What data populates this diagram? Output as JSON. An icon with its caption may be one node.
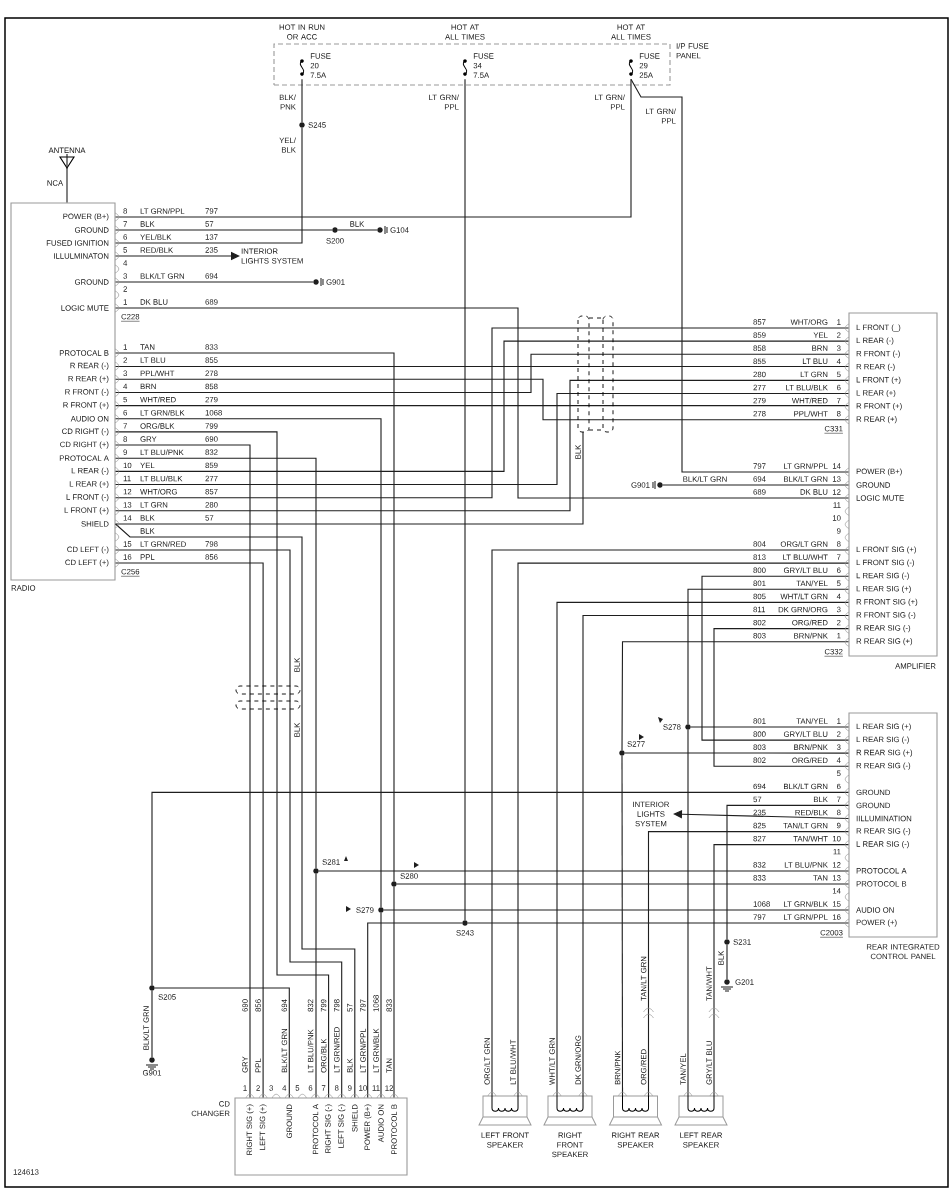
{
  "diagram": {
    "nodes": [
      {
        "text": [
          "I/P FUSE PANEL"
        ]
      },
      {
        "text": [
          "FUSE 20 7.5A"
        ],
        "beside": [
          "HOT IN RUN OR ACC"
        ],
        "in": 0
      },
      {
        "text": [
          "FUSE 34 7.5A"
        ],
        "beside": [
          "HOT AT ALL TIMES"
        ],
        "in": 0
      },
      {
        "text": [
          "FUSE 29 25A"
        ],
        "beside": [
          "HOT AT ALL TIMES"
        ],
        "in": 0
      },
      {
        "text": [
          "ANTENNA"
        ]
      },
      {
        "beside": [
          "C228",
          "C256"
        ],
        "text": [
          "POWER (B+)",
          "GROUND",
          "FUSED IGNITION",
          "ILLULMINATON",
          "GROUND",
          "LOGIC MUTE",
          "PROTOCAL B",
          "R REAR (-)",
          "R REAR (+)",
          "R FRONT (-)",
          "R FRONT (+)",
          "AUDIO ON",
          "CD RIGHT (-)",
          "CD RIGHT (+)",
          "PROTOCAL A",
          "L REAR (-)",
          "L REAR (+)",
          "L FRONT (-)",
          "L FRONT (+)",
          "SHIELD",
          "CD LEFT (-)",
          "CD LEFT (+)",
          "RADIO"
        ]
      },
      {
        "text": [],
        "shape": "circle",
        "beside": [
          "S245"
        ]
      },
      {
        "text": [],
        "shape": "circle",
        "beside": [
          "S200"
        ]
      },
      {
        "text": [],
        "shape": "circle",
        "beside": [
          "G104"
        ]
      },
      {
        "text": [
          "INTERIOR LIGHTS SYSTEM"
        ]
      },
      {
        "text": [],
        "shape": "circle",
        "beside": [
          "G901"
        ]
      },
      {
        "beside": [
          "C331",
          "C332"
        ],
        "text": [
          "L FRONT (_)",
          "L REAR (-)",
          "R FRONT (-)",
          "R REAR (-)",
          "L FRONT (+)",
          "L REAR (+)",
          "R FRONT (+)",
          "R REAR (+)",
          "POWER (B+)",
          "GROUND",
          "LOGIC MUTE",
          "L FRONT SIG (+)",
          "L FRONT SIG (-)",
          "L REAR SIG (-)",
          "L REAR SIG (+)",
          "R FRONT SIG (+)",
          "R FRONT SIG (-)",
          "R REAR SIG (-)",
          "R REAR SIG (+)",
          "AMPLIFIER"
        ]
      },
      {
        "text": [],
        "shape": "circle",
        "beside": [
          "G901"
        ]
      },
      {
        "text": [],
        "shape": "circle",
        "beside": [
          "S278"
        ]
      },
      {
        "text": [],
        "shape": "circle",
        "beside": [
          "S277"
        ]
      },
      {
        "beside": [
          "C2003"
        ],
        "text": [
          "L REAR SIG (+)",
          "L REAR SIG (-)",
          "R REAR SIG (+)",
          "R REAR SIG (-)",
          "GROUND",
          "GROUND",
          "IILLUMINATION",
          "R REAR SIG (-)",
          "L REAR SIG (-)",
          "PROTOCOL A",
          "PROTOCOL B",
          "AUDIO ON",
          "POWER (+)",
          "REAR INTEGRATED CONTROL PANEL"
        ]
      },
      {
        "text": [
          "INTERIOR LIGHTS SYSTEM"
        ]
      },
      {
        "text": [],
        "shape": "circle",
        "beside": [
          "S281"
        ]
      },
      {
        "text": [],
        "shape": "circle",
        "beside": [
          "S280"
        ]
      },
      {
        "text": [],
        "shape": "circle",
        "beside": [
          "S279"
        ]
      },
      {
        "text": [],
        "shape": "circle",
        "beside": [
          "S243"
        ]
      },
      {
        "text": [],
        "shape": "circle",
        "beside": [
          "S231"
        ]
      },
      {
        "text": [],
        "shape": "circle",
        "beside": [
          "G201"
        ]
      },
      {
        "text": [],
        "shape": "circle",
        "beside": [
          "S205"
        ]
      },
      {
        "text": [],
        "shape": "circle",
        "beside": [
          "G901"
        ]
      },
      {
        "text": [
          "CD CHANGER",
          "RIGHT SIG (+)",
          "LEFT SIG (+)",
          "GROUND",
          "PROTOCOL A",
          "RIGHT SIG (-)",
          "LEFT SIG (-)",
          "SHIELD",
          "POWER (B+)",
          "AUDIO ON",
          "PROTOCOL B"
        ]
      },
      {
        "text": [
          "LEFT FRONT SPEAKER"
        ]
      },
      {
        "text": [
          "RIGHT FRONT SPEAKER"
        ]
      },
      {
        "text": [
          "RIGHT REAR SPEAKER"
        ]
      },
      {
        "text": [
          "LEFT REAR SPEAKER"
        ]
      }
    ],
    "edges": [
      {
        "from": 4,
        "to": 5,
        "arrow": "none",
        "label": "NCA"
      },
      {
        "from": 1,
        "to": 6,
        "arrow": "none"
      },
      {
        "from": 6,
        "to": 5,
        "arrow": "none"
      },
      {
        "from": 5,
        "to": 3,
        "arrow": "none"
      },
      {
        "from": 5,
        "to": 7,
        "arrow": "none"
      },
      {
        "from": 7,
        "to": 8,
        "arrow": "none"
      },
      {
        "from": 5,
        "to": 9,
        "arrow": "to"
      },
      {
        "from": 5,
        "to": 10,
        "arrow": "none"
      },
      {
        "from": 5,
        "to": 11,
        "arrow": "none"
      },
      {
        "from": 3,
        "to": 11,
        "arrow": "none"
      },
      {
        "from": 5,
        "to": 18,
        "arrow": "none"
      },
      {
        "from": 18,
        "to": 25,
        "arrow": "none"
      },
      {
        "from": 18,
        "to": 15,
        "arrow": "none"
      },
      {
        "from": 5,
        "to": 11,
        "arrow": "none"
      },
      {
        "from": 5,
        "to": 11,
        "arrow": "none"
      },
      {
        "from": 5,
        "to": 11,
        "arrow": "none"
      },
      {
        "from": 5,
        "to": 11,
        "arrow": "none"
      },
      {
        "from": 5,
        "to": 19,
        "arrow": "none"
      },
      {
        "from": 19,
        "to": 25,
        "arrow": "none"
      },
      {
        "from": 19,
        "to": 15,
        "arrow": "none"
      },
      {
        "from": 5,
        "to": 25,
        "arrow": "none"
      },
      {
        "from": 5,
        "to": 25,
        "arrow": "none"
      },
      {
        "from": 5,
        "to": 17,
        "arrow": "none"
      },
      {
        "from": 17,
        "to": 25,
        "arrow": "none"
      },
      {
        "from": 17,
        "to": 15,
        "arrow": "none"
      },
      {
        "from": 5,
        "to": 11,
        "arrow": "none"
      },
      {
        "from": 5,
        "to": 11,
        "arrow": "none"
      },
      {
        "from": 5,
        "to": 11,
        "arrow": "none"
      },
      {
        "from": 5,
        "to": 11,
        "arrow": "none"
      },
      {
        "from": 5,
        "to": null,
        "arrow": "none"
      },
      {
        "from": 5,
        "to": 25,
        "arrow": "none"
      },
      {
        "from": 5,
        "to": 25,
        "arrow": "none"
      },
      {
        "from": 5,
        "to": 25,
        "arrow": "none"
      },
      {
        "from": 11,
        "to": 12,
        "arrow": "none"
      },
      {
        "from": 11,
        "to": 26,
        "arrow": "none"
      },
      {
        "from": 11,
        "to": 26,
        "arrow": "none"
      },
      {
        "from": 11,
        "to": 15,
        "arrow": "none"
      },
      {
        "from": 11,
        "to": 13,
        "arrow": "none"
      },
      {
        "from": 13,
        "to": 15,
        "arrow": "none"
      },
      {
        "from": 13,
        "to": 29,
        "arrow": "none"
      },
      {
        "from": 11,
        "to": 27,
        "arrow": "none"
      },
      {
        "from": 11,
        "to": 27,
        "arrow": "none"
      },
      {
        "from": 11,
        "to": 15,
        "arrow": "none"
      },
      {
        "from": 11,
        "to": 14,
        "arrow": "none"
      },
      {
        "from": 14,
        "to": 15,
        "arrow": "none"
      },
      {
        "from": 14,
        "to": 28,
        "arrow": "none"
      },
      {
        "from": 15,
        "to": 16,
        "arrow": "to"
      },
      {
        "from": 15,
        "to": 21,
        "arrow": "none"
      },
      {
        "from": 21,
        "to": 22,
        "arrow": "none"
      },
      {
        "from": 15,
        "to": 28,
        "arrow": "none"
      },
      {
        "from": 15,
        "to": 29,
        "arrow": "none"
      },
      {
        "from": 15,
        "to": 23,
        "arrow": "none"
      },
      {
        "from": 23,
        "to": 24,
        "arrow": "none"
      },
      {
        "from": 25,
        "to": 23,
        "arrow": "none"
      },
      {
        "from": 2,
        "to": 20,
        "arrow": "none"
      },
      {
        "from": 25,
        "to": 20,
        "arrow": "none"
      },
      {
        "from": 20,
        "to": 15,
        "arrow": "none"
      }
    ],
    "labels": [
      "BLK/ PNK",
      "YEL/ BLK",
      "LT GRN/ PPL",
      "LT GRN/ PPL",
      "LT GRN/ PPL",
      "BLK",
      "8",
      "LT GRN/PPL",
      "797",
      "7",
      "BLK",
      "57",
      "6",
      "YEL/BLK",
      "137",
      "5",
      "RED/BLK",
      "235",
      "4",
      "3",
      "BLK/LT GRN",
      "694",
      "2",
      "1",
      "DK BLU",
      "689",
      "1",
      "TAN",
      "833",
      "2",
      "LT BLU",
      "855",
      "3",
      "PPL/WHT",
      "278",
      "4",
      "BRN",
      "858",
      "5",
      "WHT/RED",
      "279",
      "6",
      "LT GRN/BLK",
      "1068",
      "7",
      "ORG/BLK",
      "799",
      "8",
      "GRY",
      "690",
      "9",
      "LT BLU/PNK",
      "832",
      "10",
      "YEL",
      "859",
      "11",
      "LT BLU/BLK",
      "277",
      "12",
      "WHT/ORG",
      "857",
      "13",
      "LT GRN",
      "280",
      "14",
      "BLK",
      "57",
      "BLK",
      "15",
      "LT GRN/RED",
      "798",
      "16",
      "PPL",
      "856",
      "857",
      "WHT/ORG",
      "1",
      "859",
      "YEL",
      "2",
      "858",
      "BRN",
      "3",
      "855",
      "LT BLU",
      "4",
      "280",
      "LT GRN",
      "5",
      "277",
      "LT BLU/BLK",
      "6",
      "279",
      "WHT/RED",
      "7",
      "278",
      "PPL/WHT",
      "8",
      "797",
      "LT GRN/PPL",
      "14",
      "694",
      "BLK/LT GRN",
      "13",
      "689",
      "DK BLU",
      "12",
      "11",
      "10",
      "9",
      "804",
      "ORG/LT GRN",
      "8",
      "813",
      "LT BLU/WHT",
      "7",
      "800",
      "GRY/LT BLU",
      "6",
      "801",
      "TAN/YEL",
      "5",
      "805",
      "WHT/LT GRN",
      "4",
      "811",
      "DK GRN/ORG",
      "3",
      "802",
      "ORG/RED",
      "2",
      "803",
      "BRN/PNK",
      "1",
      "BLK/LT GRN",
      "BLK",
      "BLK",
      "BLK",
      "801",
      "TAN/YEL",
      "1",
      "800",
      "GRY/LT BLU",
      "2",
      "803",
      "BRN/PNK",
      "3",
      "802",
      "ORG/RED",
      "4",
      "5",
      "694",
      "BLK/LT GRN",
      "6",
      "57",
      "BLK",
      "7",
      "235",
      "RED/BLK",
      "8",
      "825",
      "TAN/LT GRN",
      "9",
      "827",
      "TAN/WHT",
      "10",
      "11",
      "832",
      "LT BLU/PNK",
      "12",
      "833",
      "TAN",
      "13",
      "14",
      "1068",
      "LT GRN/BLK",
      "15",
      "797",
      "LT GRN/PPL",
      "16",
      "BLK",
      "TAN/LT GRN",
      "TAN/WHT",
      "BLK/LT GRN",
      "690",
      "856",
      "694",
      "832",
      "799",
      "798",
      "57",
      "797",
      "1068",
      "833",
      "GRY",
      "PPL",
      "BLK/LT GRN",
      "LT BLU/PNK",
      "ORG/BLK",
      "LT GRN/RED",
      "BLK",
      "LT GRN/PPL",
      "LT GRN/BLK",
      "TAN",
      "1",
      "2",
      "3",
      "4",
      "5",
      "6",
      "7",
      "8",
      "9",
      "10",
      "11",
      "12",
      "ORG/LT GRN",
      "LT BLU/WHT",
      "WHT/LT GRN",
      "DK GRN/ORG",
      "BRN/PNK",
      "ORG/RED",
      "TAN/YEL",
      "GRY/LT BLU",
      "124613"
    ]
  }
}
